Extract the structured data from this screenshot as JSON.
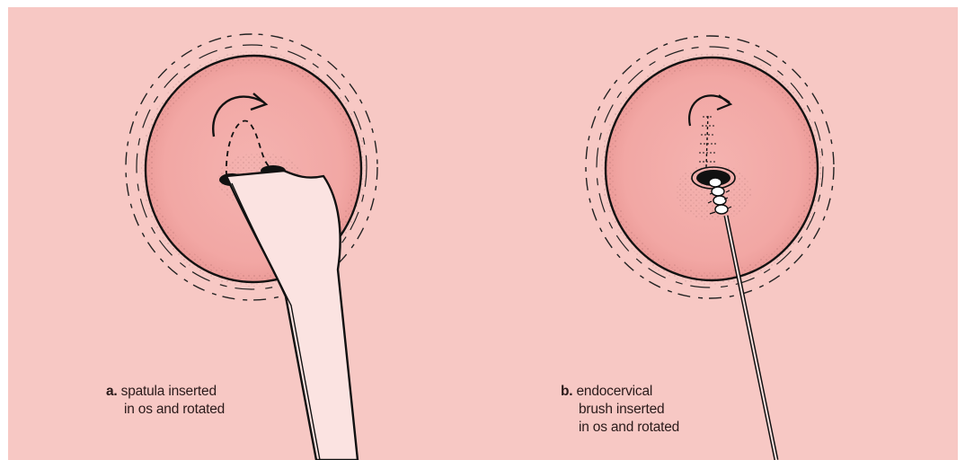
{
  "panels": [
    {
      "letter": "a.",
      "lines": [
        "spatula inserted",
        "in os and rotated"
      ]
    },
    {
      "letter": "b.",
      "lines": [
        "endocervical",
        "brush inserted",
        "in os and rotated"
      ]
    }
  ],
  "colors": {
    "background": "#f7c8c4",
    "cervix_fill": "#f2a5a3",
    "outline": "#222222",
    "instrument_fill": "#fbe6e4"
  }
}
